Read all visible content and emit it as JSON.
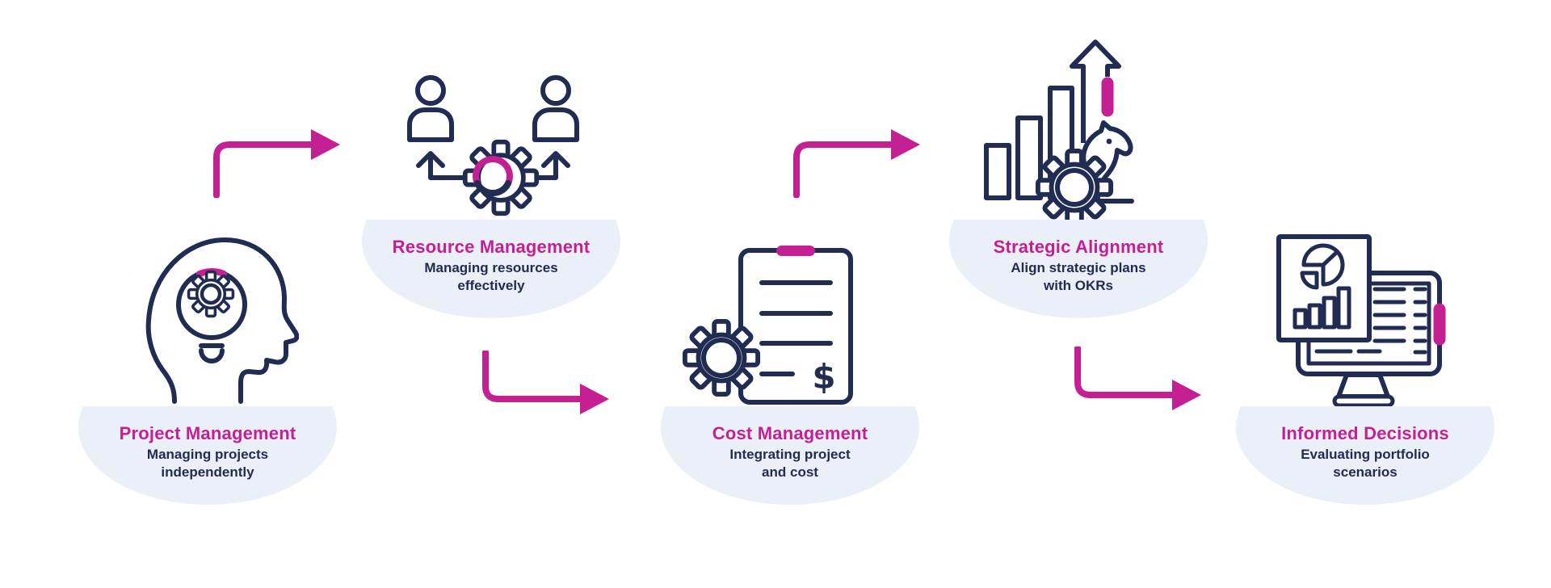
{
  "diagram": {
    "type": "process-flow",
    "stage_count": 5,
    "stages": [
      {
        "id": "project-management",
        "title": "Project Management",
        "description": "Managing projects\nindependently",
        "icon": "head-idea-gear-icon"
      },
      {
        "id": "resource-management",
        "title": "Resource Management",
        "description": "Managing resources\neffectively",
        "icon": "people-gear-icon"
      },
      {
        "id": "cost-management",
        "title": "Cost Management",
        "description": "Integrating project\nand cost",
        "icon": "clipboard-gear-dollar-icon"
      },
      {
        "id": "strategic-alignment",
        "title": "Strategic Alignment",
        "description": "Align strategic plans\nwith OKRs",
        "icon": "growth-chart-knight-gear-icon"
      },
      {
        "id": "informed-decisions",
        "title": "Informed Decisions",
        "description": "Evaluating portfolio\nscenarios",
        "icon": "monitor-report-icon"
      }
    ],
    "arrows": [
      {
        "from": "Project Management",
        "to": "Resource Management",
        "shape": "up-then-right"
      },
      {
        "from": "Resource Management",
        "to": "Cost Management",
        "shape": "down-then-right"
      },
      {
        "from": "Cost Management",
        "to": "Strategic Alignment",
        "shape": "up-then-right"
      },
      {
        "from": "Strategic Alignment",
        "to": "Informed Decisions",
        "shape": "down-then-right"
      }
    ],
    "colors": {
      "accent_pink": "#c52093",
      "line_navy": "#212c52",
      "bubble_background": "#ebf0f8",
      "page_background": "#ffffff"
    }
  }
}
